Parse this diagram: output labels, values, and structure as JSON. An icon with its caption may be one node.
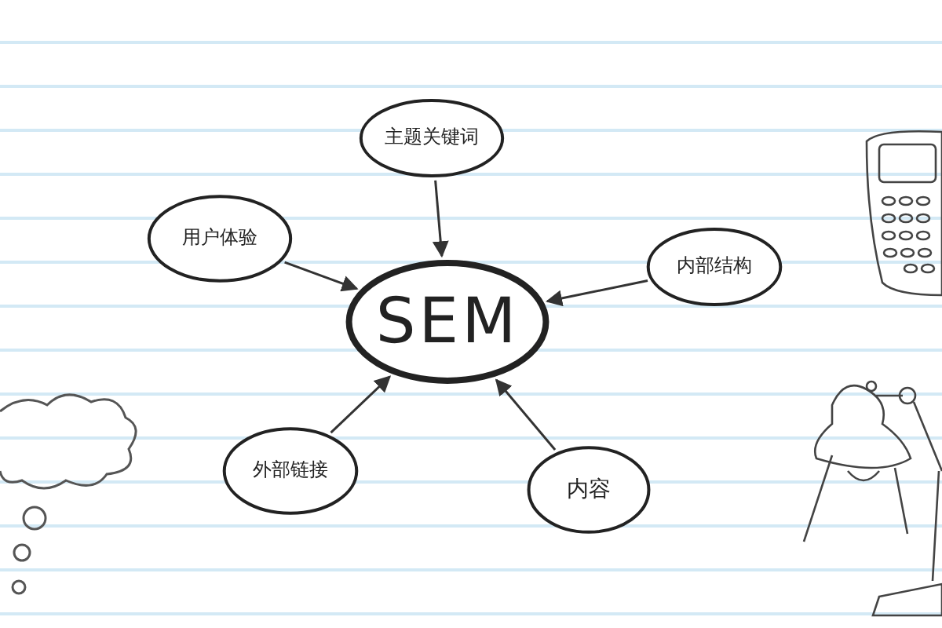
{
  "diagram": {
    "nodes": [
      {
        "text": [
          "主题关键词"
        ]
      },
      {
        "text": [
          "用户体验"
        ]
      },
      {
        "text": [
          "SEM"
        ]
      },
      {
        "text": [
          "内部结构"
        ]
      },
      {
        "text": [
          "外部链接"
        ]
      },
      {
        "text": [
          "内容"
        ]
      }
    ],
    "edges": [
      {
        "from": 0,
        "to": 2,
        "arrow": "to"
      },
      {
        "from": 1,
        "to": 2,
        "arrow": "to"
      },
      {
        "from": 3,
        "to": 2,
        "arrow": "to"
      },
      {
        "from": 4,
        "to": 2,
        "arrow": "to"
      },
      {
        "from": 5,
        "to": 2,
        "arrow": "to"
      }
    ]
  }
}
